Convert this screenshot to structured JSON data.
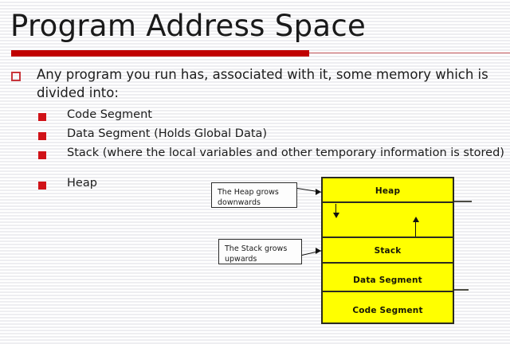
{
  "slide": {
    "title": "Program Address Space",
    "accent_color": "#c00000",
    "bullet_color": "#d01218",
    "block_color": "#ffff00"
  },
  "content": {
    "main_bullet": "Any program you run has, associated with it, some memory which is divided into:",
    "sub_bullets": [
      "Code Segment",
      "Data Segment (Holds Global Data)",
      "Stack (where the local variables and other temporary information is stored)",
      "Heap"
    ]
  },
  "diagram": {
    "blocks": [
      {
        "label": "Heap"
      },
      {
        "label": ""
      },
      {
        "label": "Stack"
      },
      {
        "label": "Data Segment"
      },
      {
        "label": "Code Segment"
      }
    ],
    "callouts": [
      {
        "text": "The Heap grows downwards"
      },
      {
        "text": "The Stack grows upwards"
      }
    ],
    "arrows": [
      {
        "name": "heap-growth-arrow",
        "direction": "down"
      },
      {
        "name": "stack-growth-arrow",
        "direction": "up"
      }
    ]
  }
}
